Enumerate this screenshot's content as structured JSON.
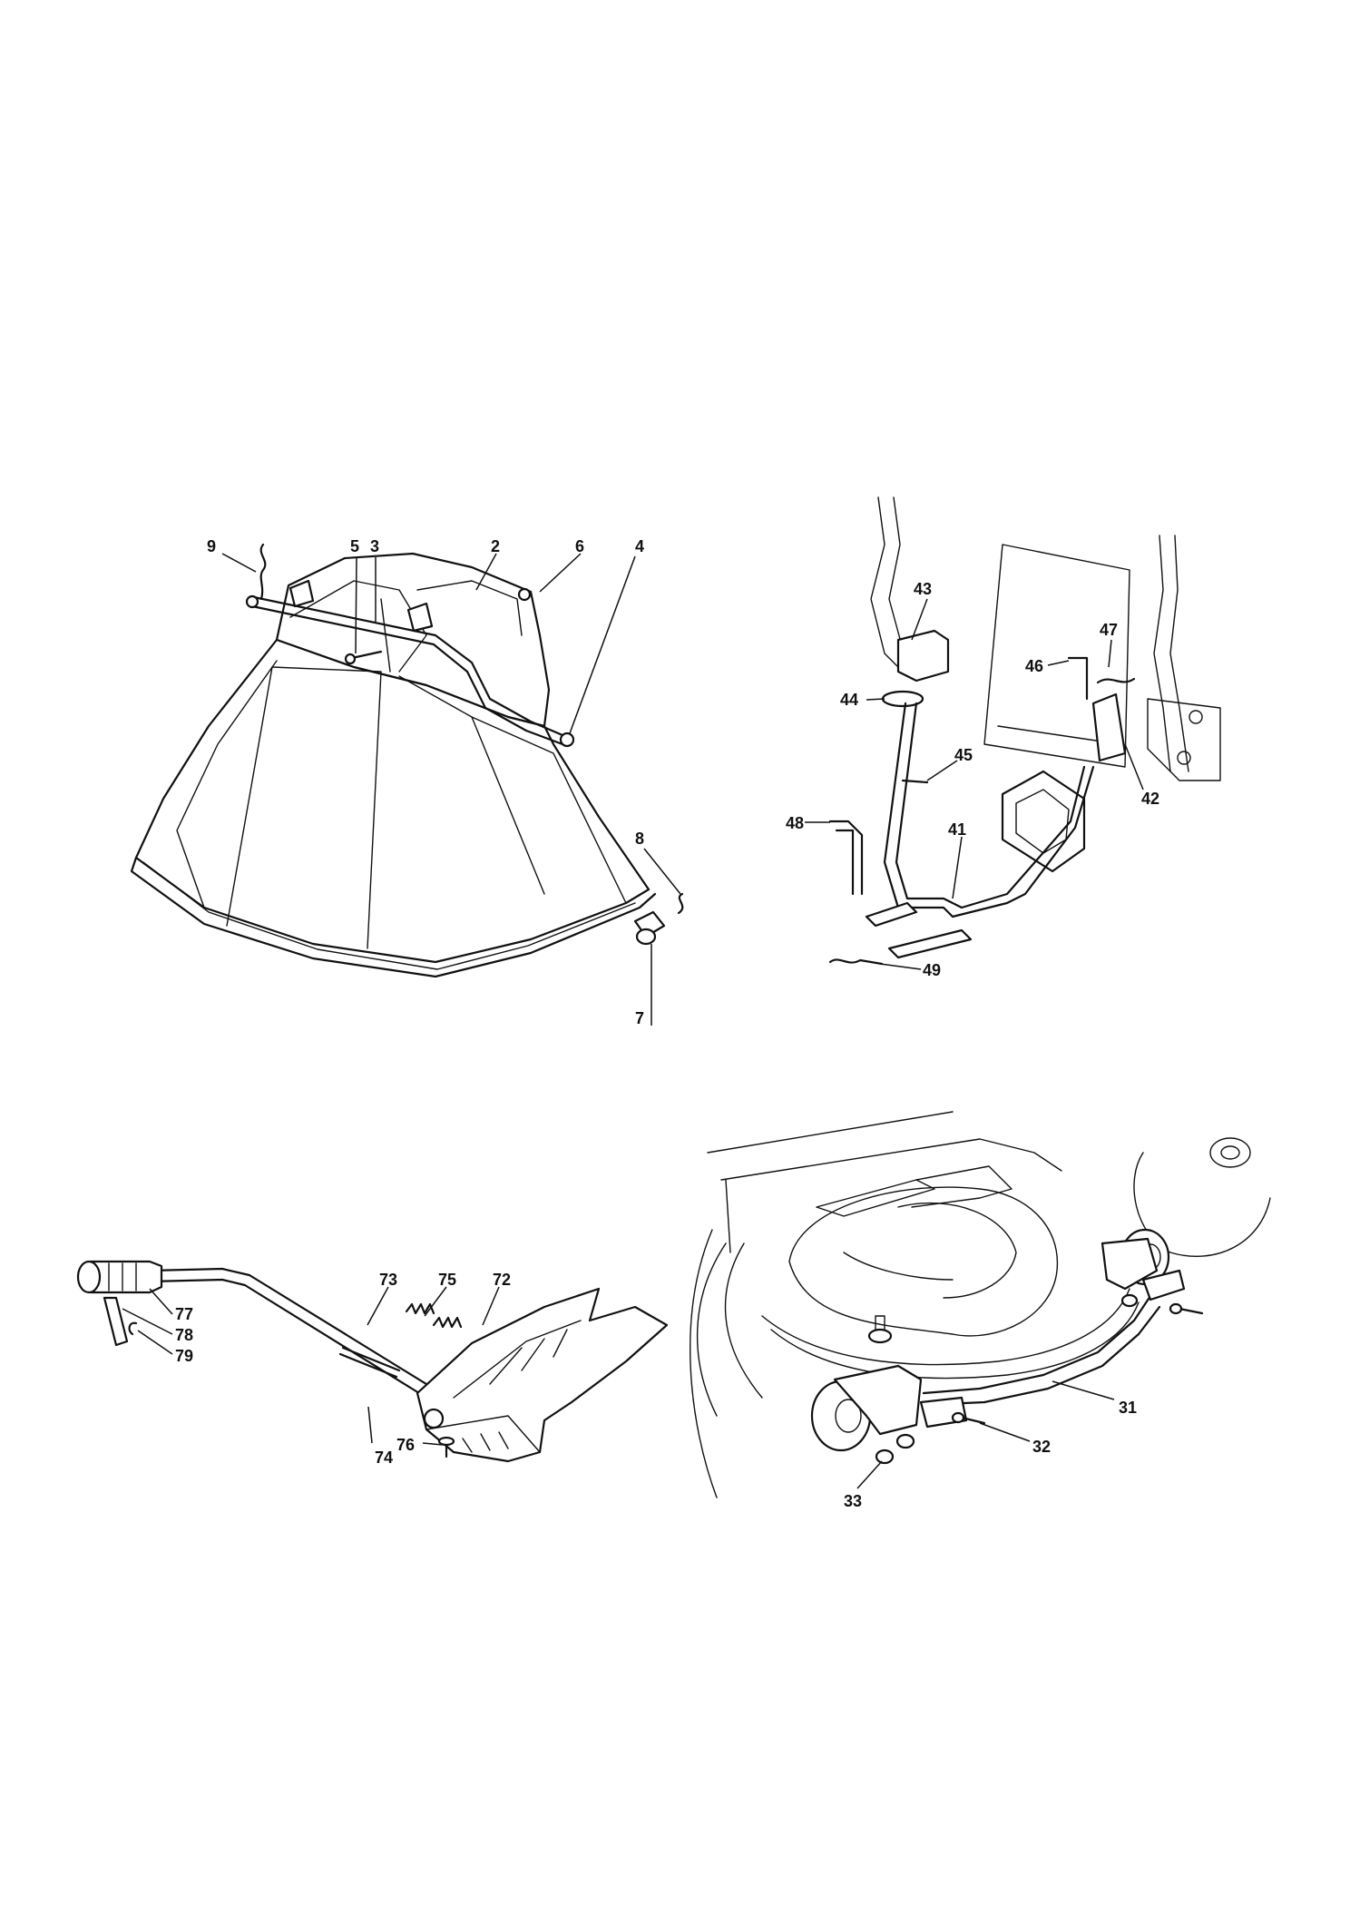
{
  "groups": {
    "grass_catcher": {
      "labels": [
        "9",
        "5",
        "3",
        "2",
        "6",
        "4",
        "8",
        "7"
      ]
    },
    "catcher_support": {
      "labels": [
        "43",
        "47",
        "46",
        "44",
        "45",
        "42",
        "48",
        "41",
        "49"
      ]
    },
    "deflector": {
      "labels": [
        "73",
        "75",
        "72",
        "77",
        "78",
        "79",
        "74",
        "76"
      ]
    },
    "deck_rollers": {
      "labels": [
        "31",
        "32",
        "33"
      ]
    }
  }
}
